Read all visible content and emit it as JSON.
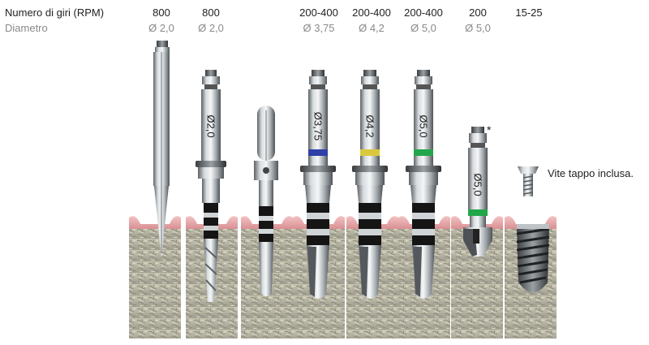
{
  "header": {
    "rpm_label": "Numero di giri (RPM)",
    "diameter_label": "Diametro"
  },
  "columns": [
    {
      "rpm": "800",
      "diameter": "Ø 2,0"
    },
    {
      "rpm": "800",
      "diameter": "Ø 2,0"
    },
    {
      "rpm": "200-400",
      "diameter": "Ø 3,75"
    },
    {
      "rpm": "200-400",
      "diameter": "Ø 4,2"
    },
    {
      "rpm": "200-400",
      "diameter": "Ø 5,0"
    },
    {
      "rpm": "200",
      "diameter": "Ø 5,0"
    },
    {
      "rpm": "15-25",
      "diameter": ""
    }
  ],
  "tool_labels": [
    "Ø2,0",
    "Ø3,75",
    "Ø4,2",
    "Ø5,0",
    "Ø5,0"
  ],
  "note": "Vite tappo inclusa.",
  "asterisk": "*",
  "colors": {
    "blue_ring": "#2f3fa8",
    "yellow_ring": "#d9c93a",
    "green_ring": "#22a64a",
    "gum": "#e9a6a6",
    "bone": "#b9b8a8"
  }
}
